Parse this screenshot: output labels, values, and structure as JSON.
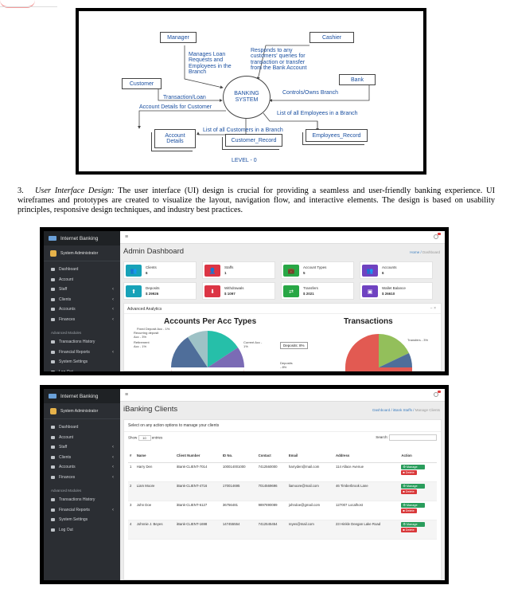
{
  "dfd": {
    "manager": "Manager",
    "cashier": "Cashier",
    "customer": "Customer",
    "bank": "Bank",
    "system_line1": "BANKING",
    "system_line2": "SYSTEM",
    "account_details_line1": "Account",
    "account_details_line2": "Details",
    "customer_record": "Customer_Record",
    "employees_record": "Employees_Record",
    "flow_manager": [
      "Manages Loan",
      "Requests and",
      "Employees in the",
      "Branch"
    ],
    "flow_cashier": [
      "Responds to any",
      "customers' queries for",
      "transaction or transfer",
      "from the Bank Account"
    ],
    "flow_transaction": "Transaction/Loan",
    "flow_account_details": "Account Details for Customer",
    "flow_bank": "Controls/Owns Branch",
    "flow_employees": "List of all Employees in a Branch",
    "flow_customers": "List of all Customers in a Branch",
    "level": "LEVEL - 0"
  },
  "paragraph": {
    "number": "3.",
    "heading": "User Interface Design:",
    "body": " The user interface (UI) design is crucial for providing a seamless and user-friendly banking experience. UI wireframes and prototypes are created to visualize the layout, navigation flow, and interactive elements. The design is based on usability principles, responsive design techniques, and industry best practices."
  },
  "app": {
    "brand": "Internet Banking",
    "user": "System Administrator",
    "nav": [
      {
        "label": "Dashboard",
        "caret": ""
      },
      {
        "label": "Account",
        "caret": ""
      },
      {
        "label": "Staff",
        "caret": "‹"
      },
      {
        "label": "Clients",
        "caret": "‹"
      },
      {
        "label": "Accounts",
        "caret": "‹"
      },
      {
        "label": "Finances",
        "caret": "‹"
      }
    ],
    "advanced_header": "Advanced Modules",
    "advanced_nav": [
      {
        "label": "Transactions History",
        "caret": ""
      },
      {
        "label": "Financial Reports",
        "caret": "‹"
      },
      {
        "label": "System Settings",
        "caret": ""
      },
      {
        "label": "Log Out",
        "caret": ""
      }
    ]
  },
  "dashboard": {
    "title": "Admin Dashboard",
    "crumb_home": "Home",
    "crumb_sep": " / ",
    "crumb_current": "Dashboard",
    "cards": [
      {
        "title": "Clients",
        "value": "6",
        "color": "#17a2b8",
        "icon": "users-icon"
      },
      {
        "title": "Staffs",
        "value": "1",
        "color": "#dc3545",
        "icon": "user-tie-icon"
      },
      {
        "title": "Account Types",
        "value": "5",
        "color": "#28a745",
        "icon": "briefcase-icon"
      },
      {
        "title": "Accounts",
        "value": "6",
        "color": "#6f42c1",
        "icon": "users-icon"
      },
      {
        "title": "Deposits",
        "value": "$ 29926",
        "color": "#17a2b8",
        "icon": "upload-icon"
      },
      {
        "title": "Withdrawals",
        "value": "$ 1097",
        "color": "#dc3545",
        "icon": "download-icon"
      },
      {
        "title": "Transfers",
        "value": "$ 2021",
        "color": "#28a745",
        "icon": "shuffle-icon"
      },
      {
        "title": "Wallet Balance",
        "value": "$ 26610",
        "color": "#6f42c1",
        "icon": "wallet-icon"
      }
    ],
    "analytics_title": "Advanced Analytics",
    "analytics_controls": "−   ×",
    "chart1_title": "Accounts Per Acc Types",
    "chart2_title": "Transactions",
    "chart1_labels": [
      "Fixed Deposit Acc - 1%",
      "Recurring deposit",
      "Acc - 3%",
      "Retirement",
      "Acc - 1%",
      "Current Acc -",
      "1%"
    ],
    "chart2_tip": "Deposits: 8%",
    "chart2_label_transfers": "Transfers - 3%",
    "chart2_label_deposits_1": "Deposits",
    "chart2_label_deposits_2": "- 8%"
  },
  "clients": {
    "title": "iBanking Clients",
    "crumb_1": "Dashboard",
    "crumb_2": "iBank Staffs",
    "crumb_3": "Manage Clients",
    "crumb_sep": " / ",
    "intro": "Select on any action options to manage your clients",
    "show_label": "Show",
    "show_value": "10",
    "entries_label": "entries",
    "search_label": "Search:",
    "columns": [
      "#",
      "Name",
      "Client Number",
      "ID No.",
      "Contact",
      "Email",
      "Address",
      "Action"
    ],
    "rows": [
      {
        "n": "1",
        "name": "Harry Den",
        "num": "iBank-CLIENT-7014",
        "id": "100014001000",
        "contact": "7412560000",
        "email": "harryden@mail.com",
        "address": "114 Allace Avenue"
      },
      {
        "n": "2",
        "name": "Liam Moore",
        "num": "iBank-CLIENT-4716",
        "id": "170014695",
        "contact": "7014569696",
        "email": "liamoore@mail.com",
        "address": "46 Timberbrook Lane"
      },
      {
        "n": "3",
        "name": "John Doe",
        "num": "iBank-CLIENT-6127",
        "id": "36756481",
        "contact": "9897890089",
        "email": "johndoe@gmail.com",
        "address": "127007 Localhost"
      },
      {
        "n": "4",
        "name": "Johnnie J. Beyes",
        "num": "iBank-CLIENT-1698",
        "id": "147455554",
        "contact": "7412545454",
        "email": "reyes@mail.com",
        "address": "23 Hinkle Deegan Lake Road"
      }
    ],
    "manage_label": "⚙ Manage",
    "delete_label": "■ Delete"
  }
}
